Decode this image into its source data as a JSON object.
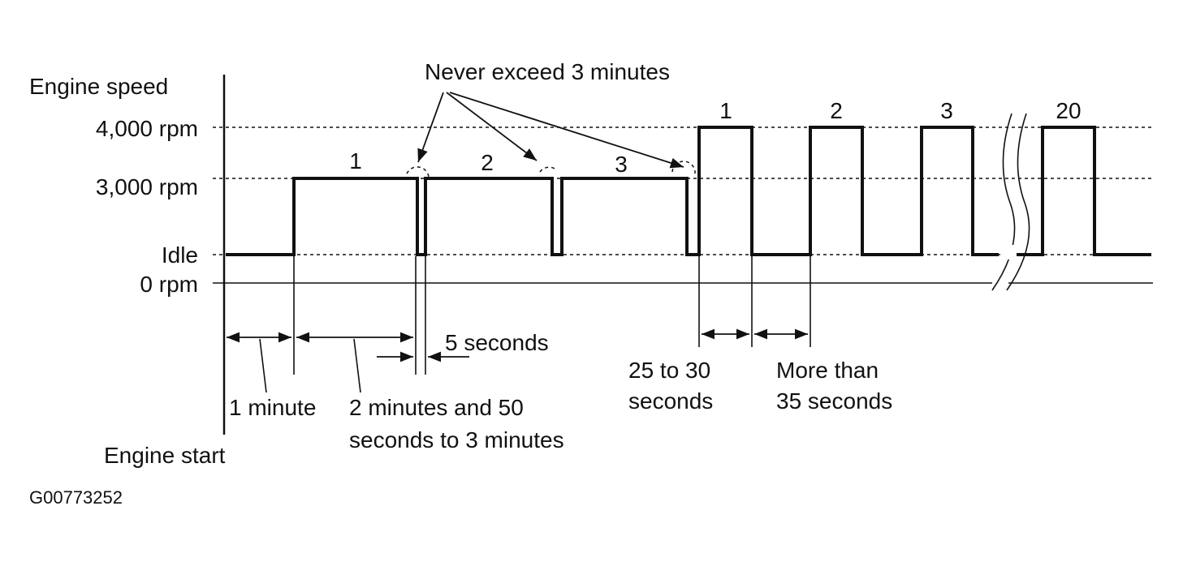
{
  "axis": {
    "title": "Engine speed",
    "levels": {
      "rpm4000": "4,000 rpm",
      "rpm3000": "3,000 rpm",
      "idle": "Idle",
      "rpm0": "0 rpm"
    }
  },
  "callout": "Never exceed 3 minutes",
  "cycles_3000": [
    "1",
    "2",
    "3"
  ],
  "cycles_4000": [
    "1",
    "2",
    "3",
    "20"
  ],
  "durations": {
    "warmup": "1 minute",
    "hold_line1": "2 minutes and 50",
    "hold_line2": "seconds to 3 minutes",
    "dip": "5 seconds",
    "pulse_line1": "25 to 30",
    "pulse_line2": "seconds",
    "rest_line1": "More than",
    "rest_line2": "35 seconds"
  },
  "start_label": "Engine start",
  "figure_id": "G00773252",
  "colors": {
    "ink": "#111111",
    "background": "#ffffff"
  }
}
